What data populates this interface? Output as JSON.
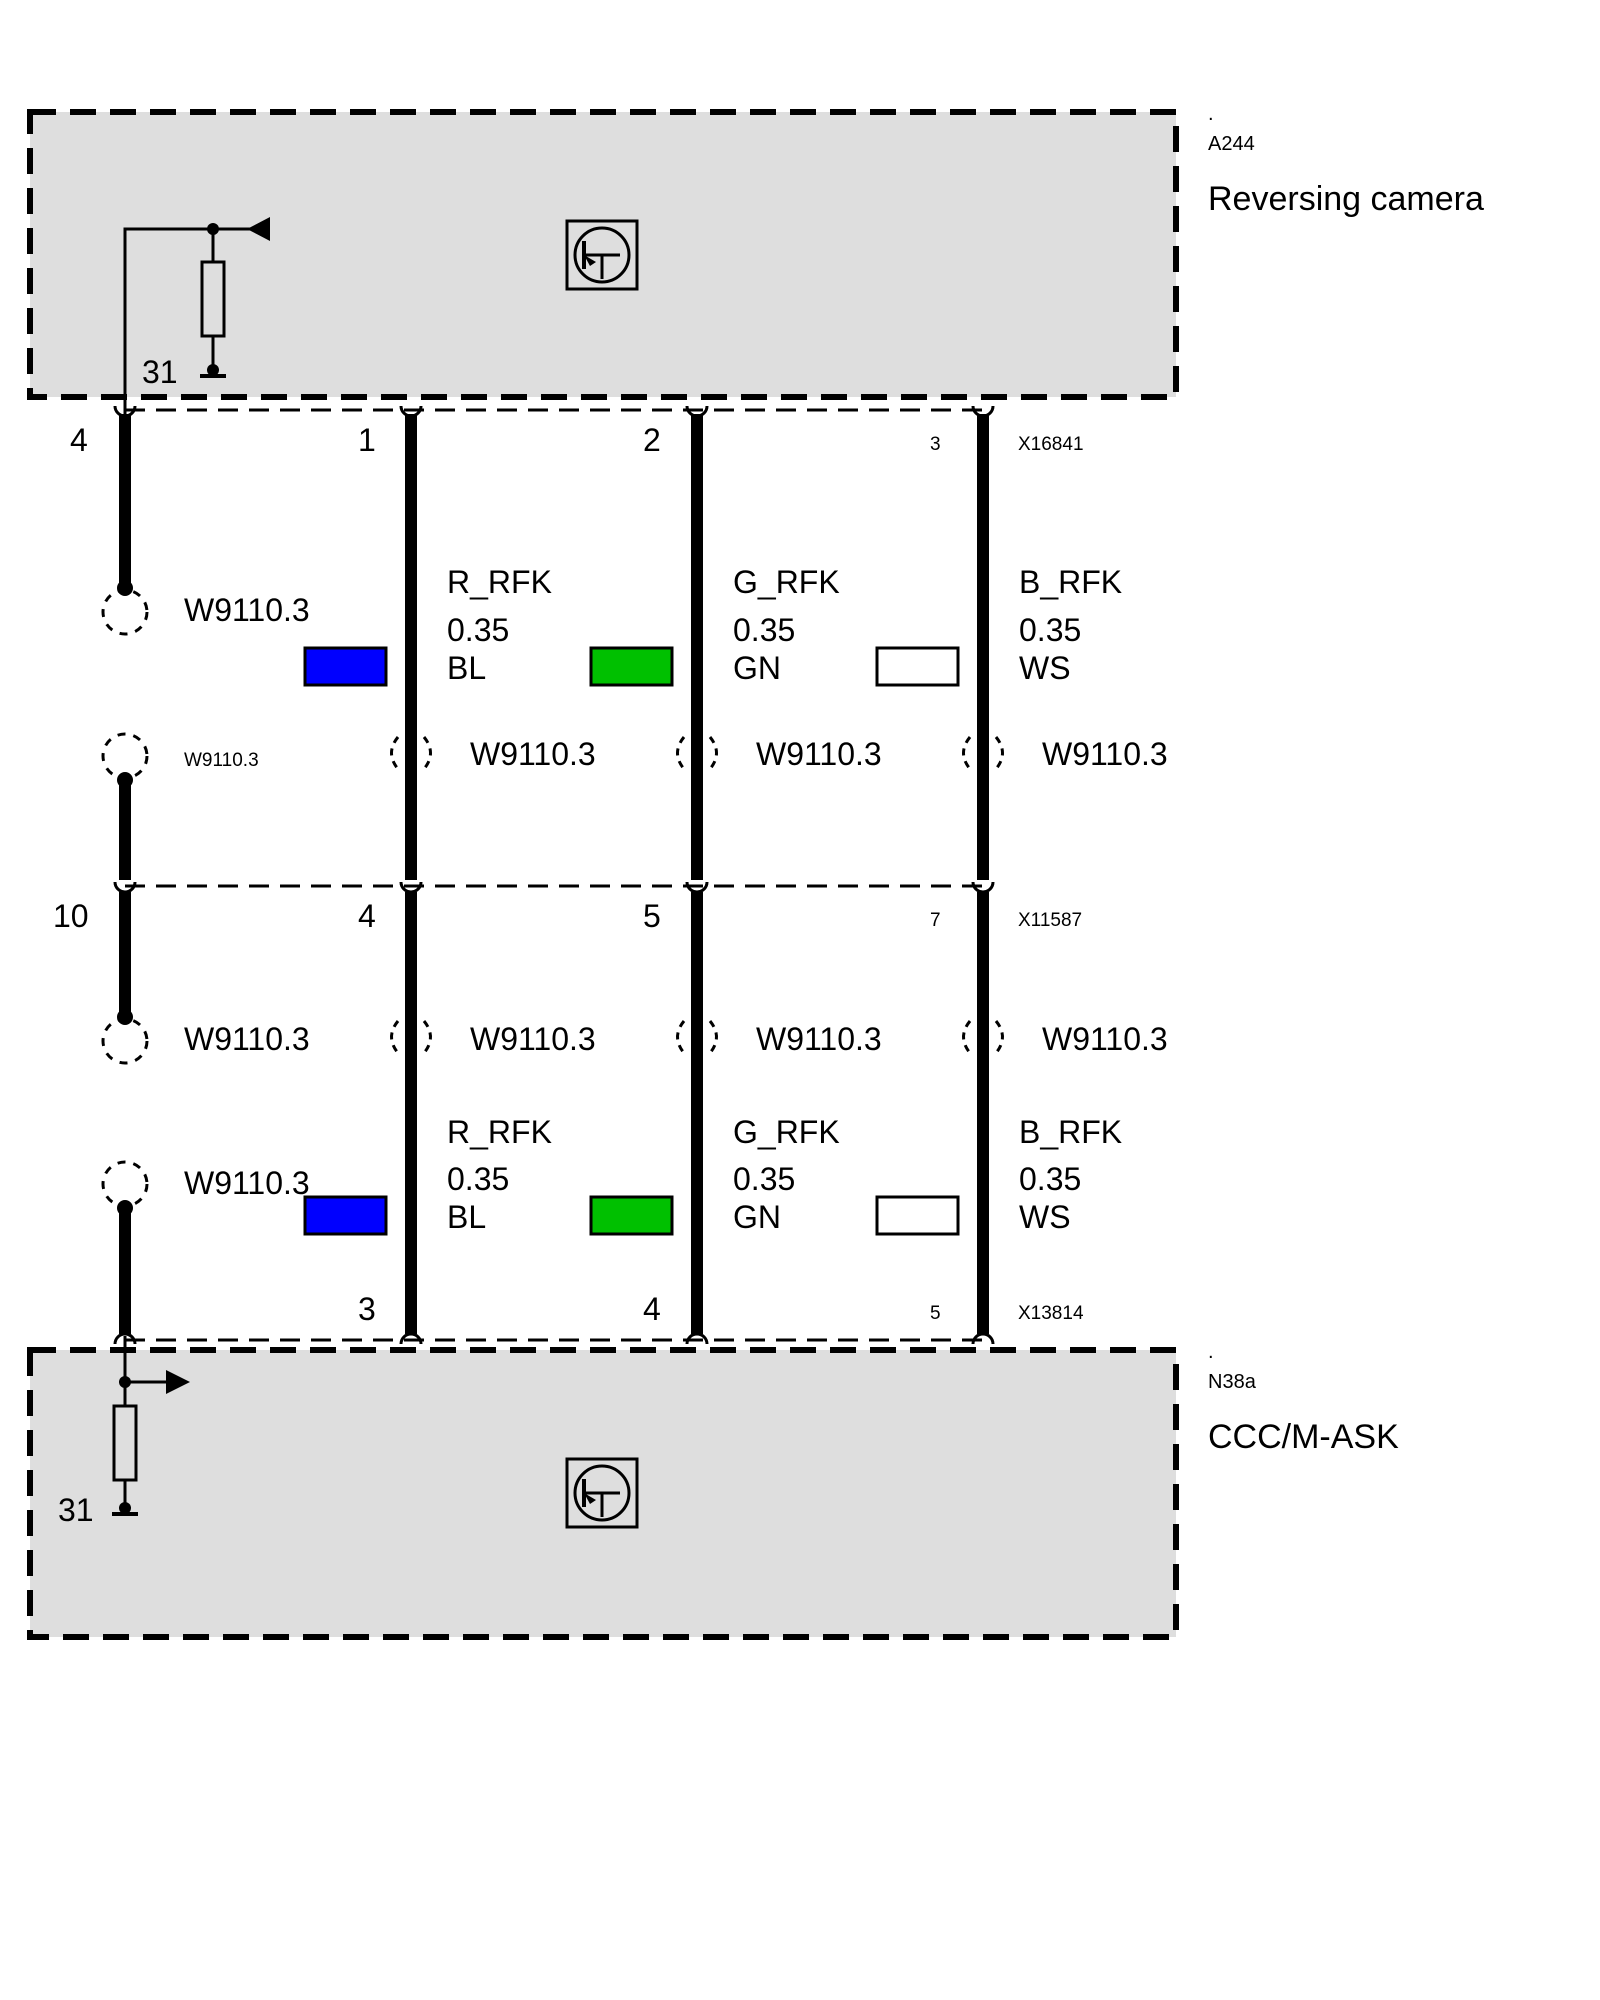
{
  "components": {
    "top": {
      "dot": ".",
      "id": "A244",
      "name": "Reversing  camera",
      "ground": "31"
    },
    "bottom": {
      "dot": ".",
      "id": "N38a",
      "name": "CCC/M-ASK",
      "ground": "31"
    }
  },
  "connectors": {
    "top": {
      "id": "X16841",
      "pins": [
        "4",
        "1",
        "2",
        "3"
      ]
    },
    "middle": {
      "id": "X11587",
      "pins": [
        "10",
        "4",
        "5",
        "7"
      ]
    },
    "bottom": {
      "id": "X13814",
      "pins": [
        "",
        "3",
        "4",
        "5"
      ]
    }
  },
  "wires": [
    {
      "signal": "R_RFK",
      "size": "0.35",
      "color_code": "BL",
      "swatch": "#0000ff"
    },
    {
      "signal": "G_RFK",
      "size": "0.35",
      "color_code": "GN",
      "swatch": "#00c000"
    },
    {
      "signal": "B_RFK",
      "size": "0.35",
      "color_code": "WS",
      "swatch": "#ffffff"
    }
  ],
  "harness": {
    "shield_upper": "W9110.3",
    "shield_upper_small": "W9110.3",
    "breaks_upper": [
      "W9110.3",
      "W9110.3",
      "W9110.3"
    ],
    "breaks_lower": [
      "W9110.3",
      "W9110.3",
      "W9110.3",
      "W9110.3"
    ],
    "shield_lower": "W9110.3"
  }
}
